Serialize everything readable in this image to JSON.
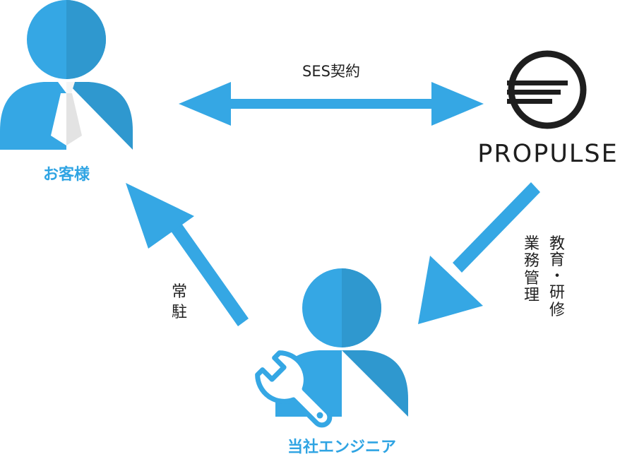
{
  "colors": {
    "figure_light": "#35a7e4",
    "figure_dark": "#2f98cf",
    "arrow": "#35a7e4",
    "label_blue": "#2fa4e3",
    "text_dark": "#222222",
    "logo": "#1e1e1e",
    "tie": "#ffffff",
    "tie_shade": "#e3e3e3"
  },
  "nodes": {
    "customer": {
      "label": "お客様"
    },
    "engineer": {
      "label": "当社エンジニア"
    },
    "company": {
      "brand": "PROPULSE"
    }
  },
  "edges": {
    "contract": {
      "label": "SES契約"
    },
    "dispatch": {
      "label_chars": [
        "常",
        "駐"
      ]
    },
    "support": {
      "label_col1_chars": [
        "教",
        "育",
        "・",
        "研",
        "修"
      ],
      "label_col2_chars": [
        "業",
        "務",
        "管",
        "理"
      ]
    }
  },
  "icons": {
    "customer": "businessman-icon",
    "engineer": "engineer-icon",
    "tool": "wrench-icon",
    "logo": "propulse-logo"
  }
}
